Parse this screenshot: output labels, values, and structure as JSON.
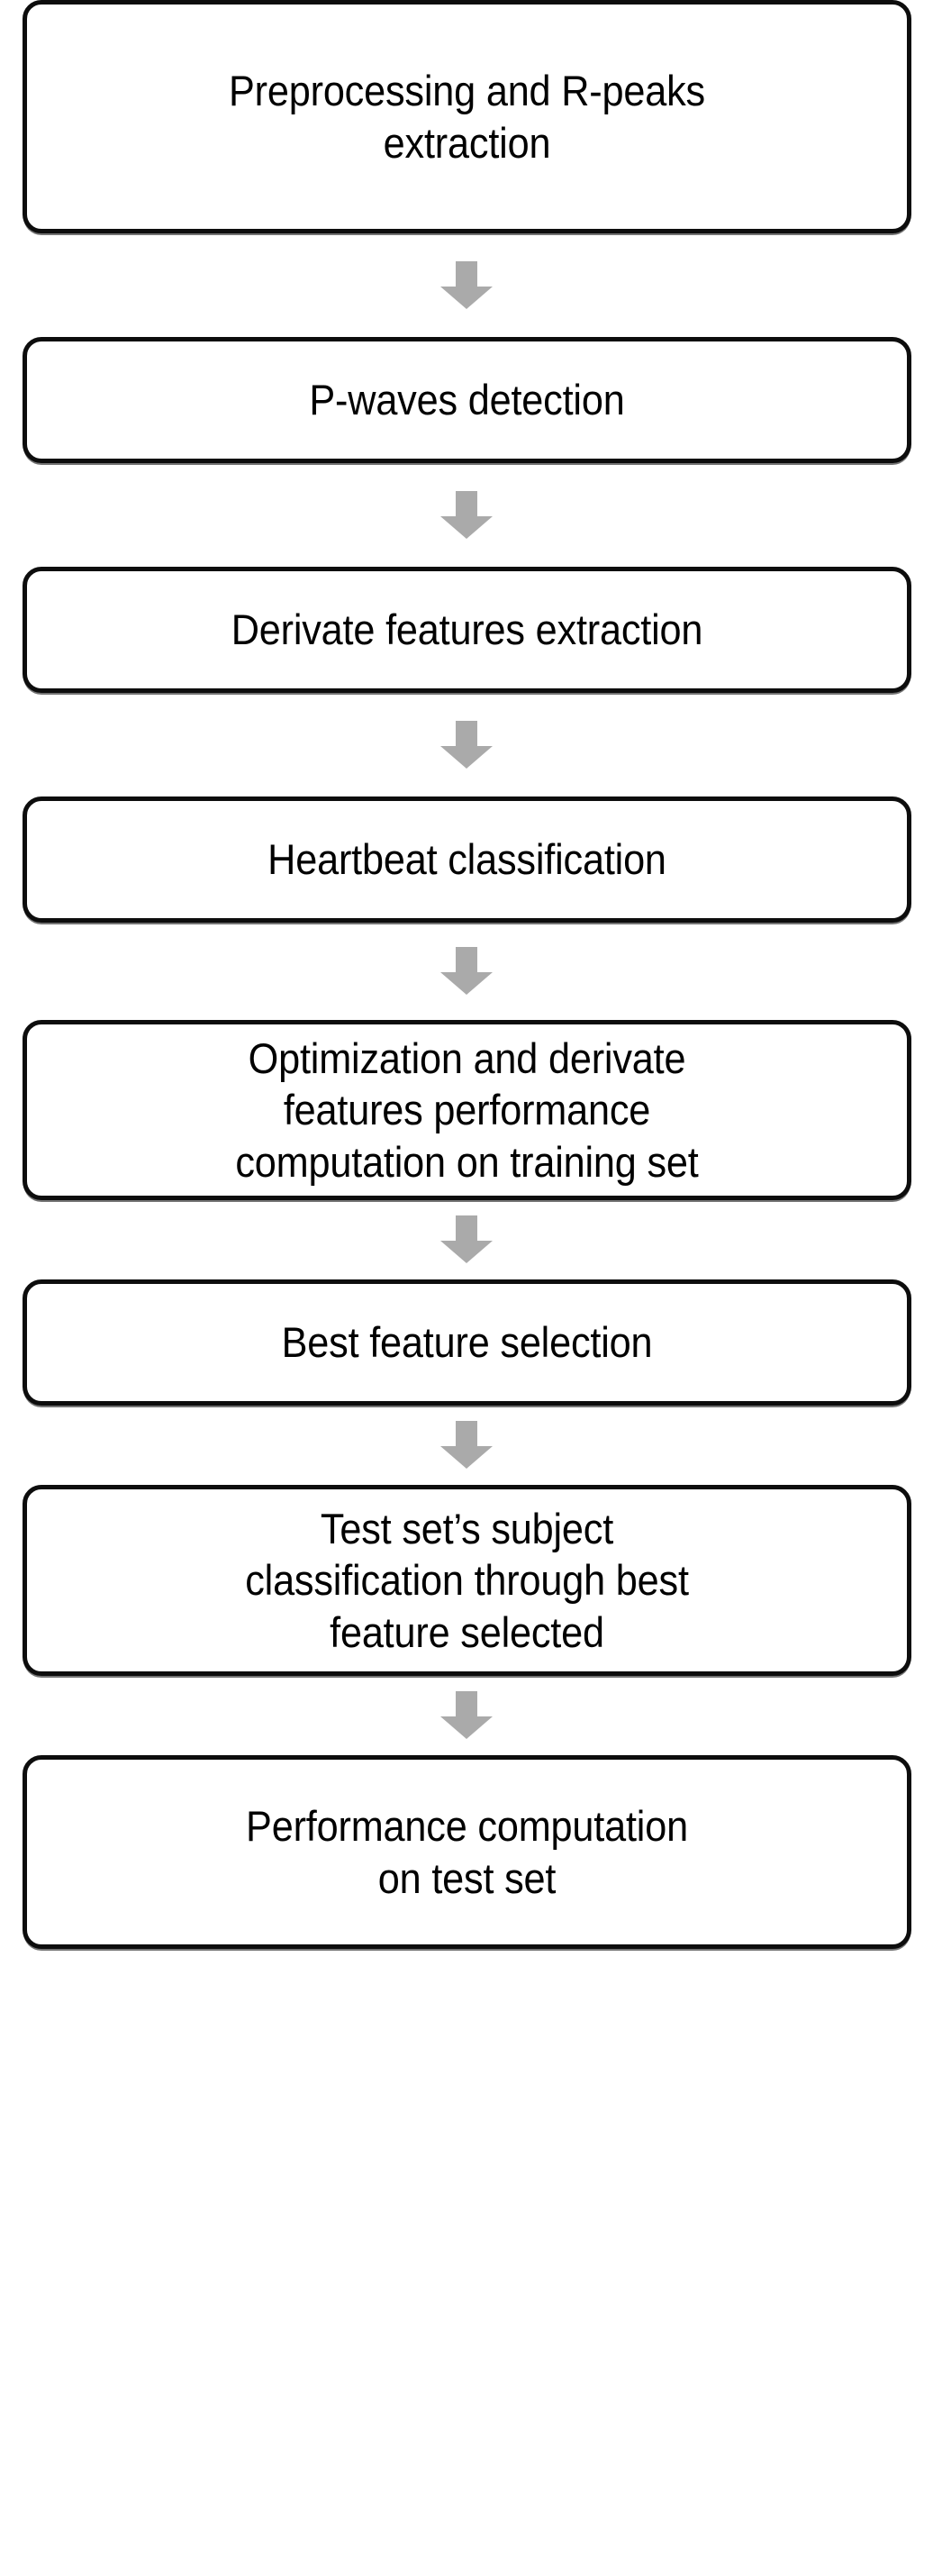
{
  "diagram": {
    "title": "ECG heartbeat classification pipeline flowchart",
    "orientation": "vertical-top-to-bottom",
    "colors": {
      "box_fill": "#FFFFFF",
      "box_border": "#0D0D0D",
      "text": "#000000",
      "arrow_fill": "#AAAAAA",
      "background": "#FFFFFF"
    },
    "steps": [
      {
        "index": 1,
        "name": "preprocessing-and-r-peaks-extraction",
        "label": "Preprocessing and R-peaks\nextraction",
        "lines": [
          "Preprocessing and R-peaks",
          "extraction"
        ]
      },
      {
        "index": 2,
        "name": "p-waves-detection",
        "label": "P-waves detection",
        "lines": [
          "P-waves detection"
        ]
      },
      {
        "index": 3,
        "name": "derivate-features-extraction",
        "label": "Derivate features extraction",
        "lines": [
          "Derivate features extraction"
        ]
      },
      {
        "index": 4,
        "name": "heartbeat-classification",
        "label": "Heartbeat classification",
        "lines": [
          "Heartbeat classification"
        ]
      },
      {
        "index": 5,
        "name": "optimization-and-derivate-features-performance-computation-on-training-set",
        "label": "Optimization and derivate\nfeatures performance\ncomputation on training set",
        "lines": [
          "Optimization and derivate",
          "features performance",
          "computation on training set"
        ]
      },
      {
        "index": 6,
        "name": "best-feature-selection",
        "label": "Best feature selection",
        "lines": [
          "Best feature selection"
        ]
      },
      {
        "index": 7,
        "name": "test-sets-subject-classification-through-best-feature-selected",
        "label": "Test set’s subject\nclassification through best\nfeature selected",
        "lines": [
          "Test set’s subject",
          "classification through best",
          "feature selected"
        ]
      },
      {
        "index": 8,
        "name": "performance-computation-on-test-set",
        "label": "Performance computation\non test set",
        "lines": [
          "Performance computation",
          "on test set"
        ]
      }
    ],
    "connectors": [
      {
        "index": 1,
        "icon": "arrow-down-icon",
        "from": 1,
        "to": 2
      },
      {
        "index": 2,
        "icon": "arrow-down-icon",
        "from": 2,
        "to": 3
      },
      {
        "index": 3,
        "icon": "arrow-down-icon",
        "from": 3,
        "to": 4
      },
      {
        "index": 4,
        "icon": "arrow-down-icon",
        "from": 4,
        "to": 5
      },
      {
        "index": 5,
        "icon": "arrow-down-icon",
        "from": 5,
        "to": 6
      },
      {
        "index": 6,
        "icon": "arrow-down-icon",
        "from": 6,
        "to": 7
      },
      {
        "index": 7,
        "icon": "arrow-down-icon",
        "from": 7,
        "to": 8
      }
    ]
  }
}
